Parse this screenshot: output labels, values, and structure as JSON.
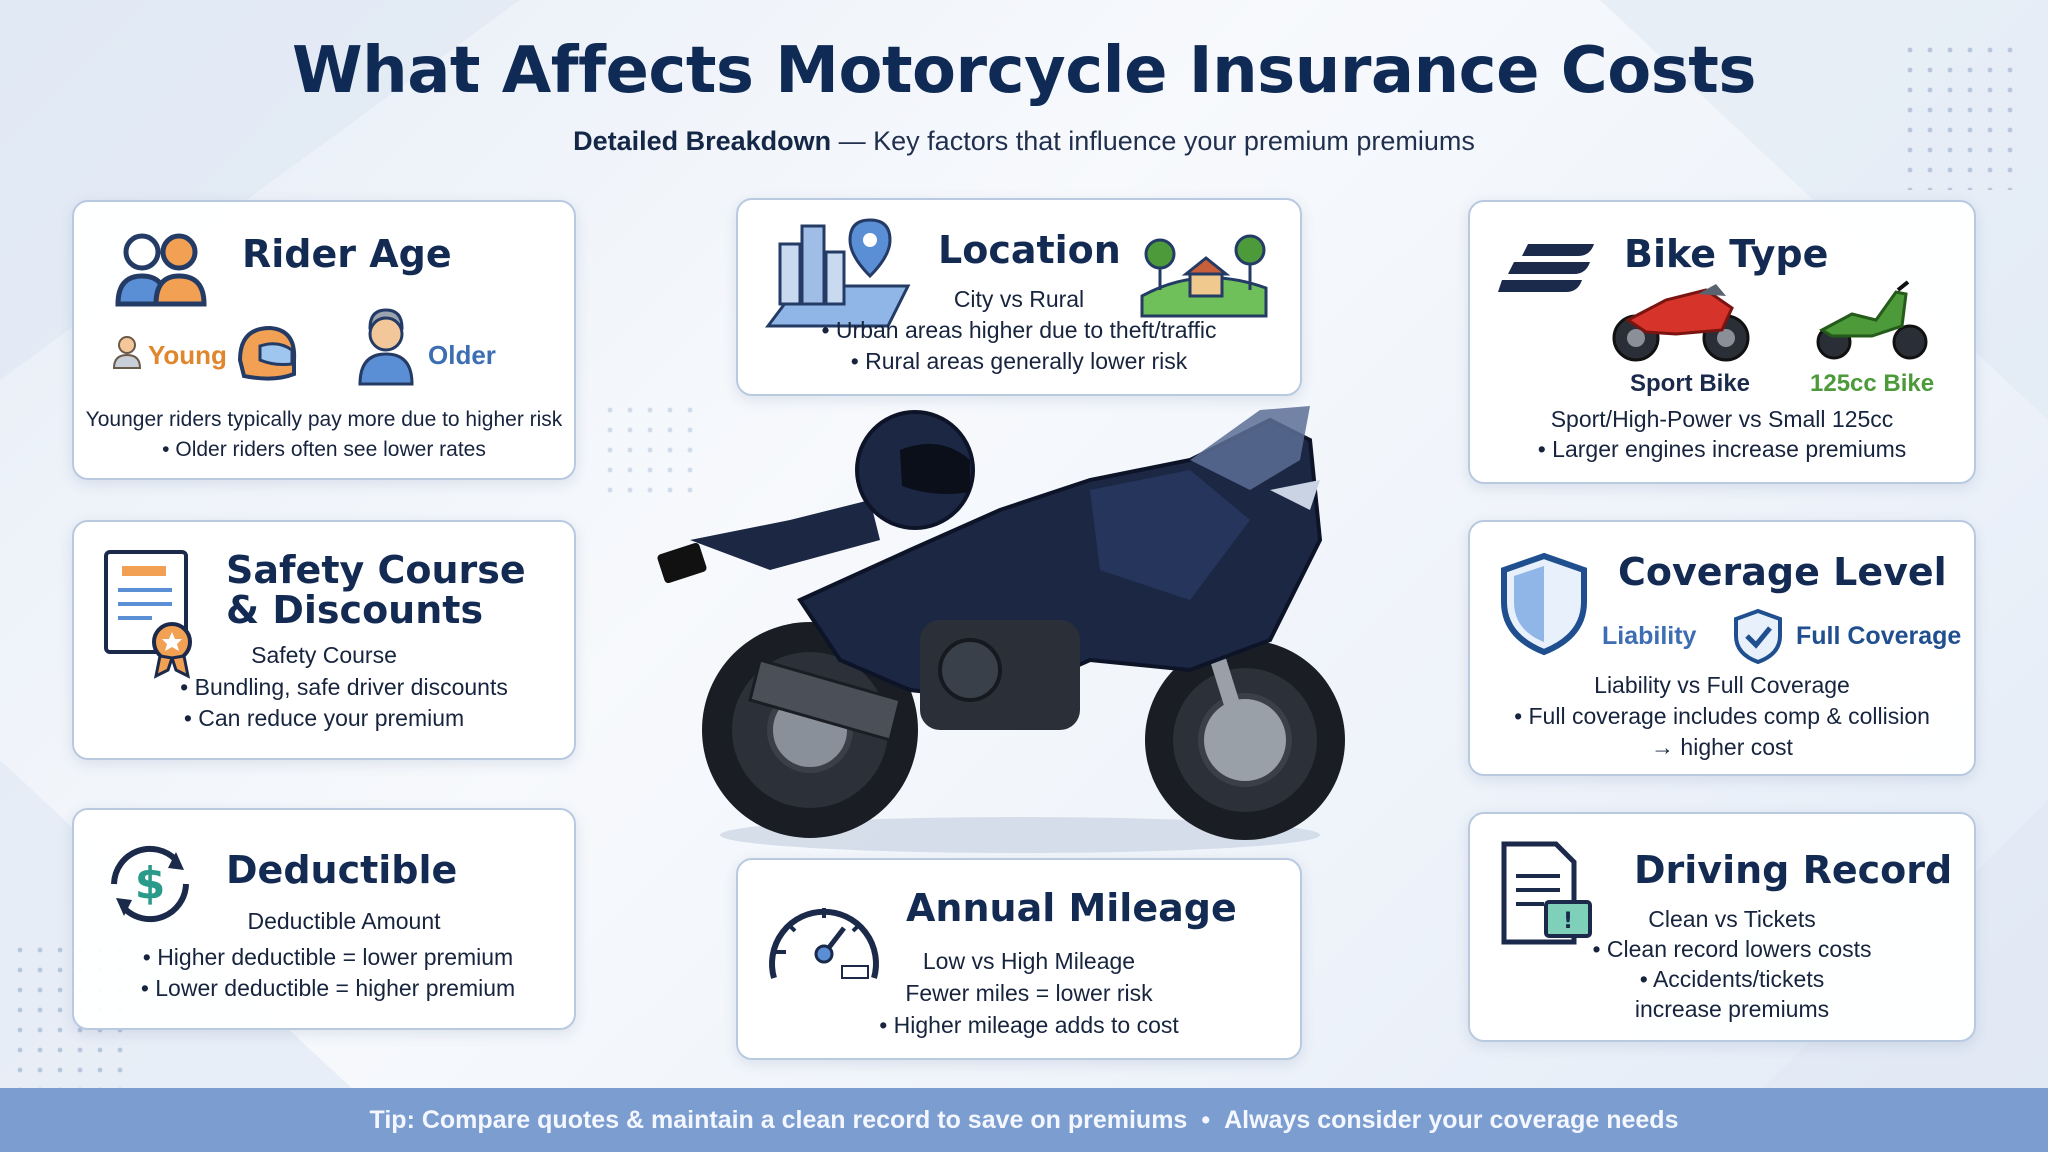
{
  "header": {
    "title": "What Affects Motorcycle Insurance Costs",
    "subtitle_bold": "Detailed Breakdown",
    "subtitle_rest": " — Key factors that influence your premium premiums"
  },
  "cards": {
    "rider_age": {
      "title": "Rider Age",
      "young_label": "Young",
      "older_label": "Older",
      "line1": "Younger riders typically pay more due to higher risk",
      "line2": "• Older riders often see lower rates"
    },
    "location": {
      "title": "Location",
      "sub": "City vs Rural",
      "line1": "• Urban areas higher due to theft/traffic",
      "line2": "• Rural areas generally lower risk"
    },
    "bike_type": {
      "title": "Bike Type",
      "sport_label": "Sport Bike",
      "small_label": "125cc Bike",
      "line1": "Sport/High-Power vs Small 125cc",
      "line2": "• Larger engines increase premiums"
    },
    "safety": {
      "title_line1": "Safety Course",
      "title_line2": "& Discounts",
      "sub": "Safety Course",
      "line1": "• Bundling, safe driver discounts",
      "line2": "• Can reduce your premium"
    },
    "coverage": {
      "title": "Coverage Level",
      "liability_label": "Liability",
      "full_label": "Full Coverage",
      "line1": "Liability vs Full Coverage",
      "line2": "• Full coverage includes comp & collision",
      "line3": "→ higher cost"
    },
    "deductible": {
      "title": "Deductible",
      "sub": "Deductible Amount",
      "line1": "• Higher deductible = lower premium",
      "line2": "• Lower deductible = higher premium"
    },
    "mileage": {
      "title": "Annual Mileage",
      "sub": "Low vs High Mileage",
      "line1": "Fewer miles = lower risk",
      "line2": "• Higher mileage adds to cost"
    },
    "driving": {
      "title": "Driving Record",
      "sub": "Clean vs Tickets",
      "line1": "• Clean record lowers costs",
      "line2": "• Accidents/tickets",
      "line3": "increase premiums"
    }
  },
  "footer": {
    "tip": "Tip: Compare quotes & maintain a clean record to save on premiums",
    "separator": "•",
    "note": "Always consider your coverage needs"
  },
  "colors": {
    "title": "#0f2a55",
    "young": "#e0862c",
    "older": "#3d6db3",
    "sport": "#1b2a4a",
    "small_bike": "#4c9a3a",
    "footer": "#7b9dd0",
    "motorcycle": "#1c2744"
  },
  "icons": [
    "people-icon",
    "helmet-icon",
    "person-icon",
    "city-map-icon",
    "house-icon",
    "speed-lines-icon",
    "sport-bike-icon",
    "scooter-icon",
    "certificate-icon",
    "shield-icon",
    "shield-check-icon",
    "dollar-cycle-icon",
    "speedometer-icon",
    "document-ticket-icon",
    "motorcycle-illustration"
  ]
}
